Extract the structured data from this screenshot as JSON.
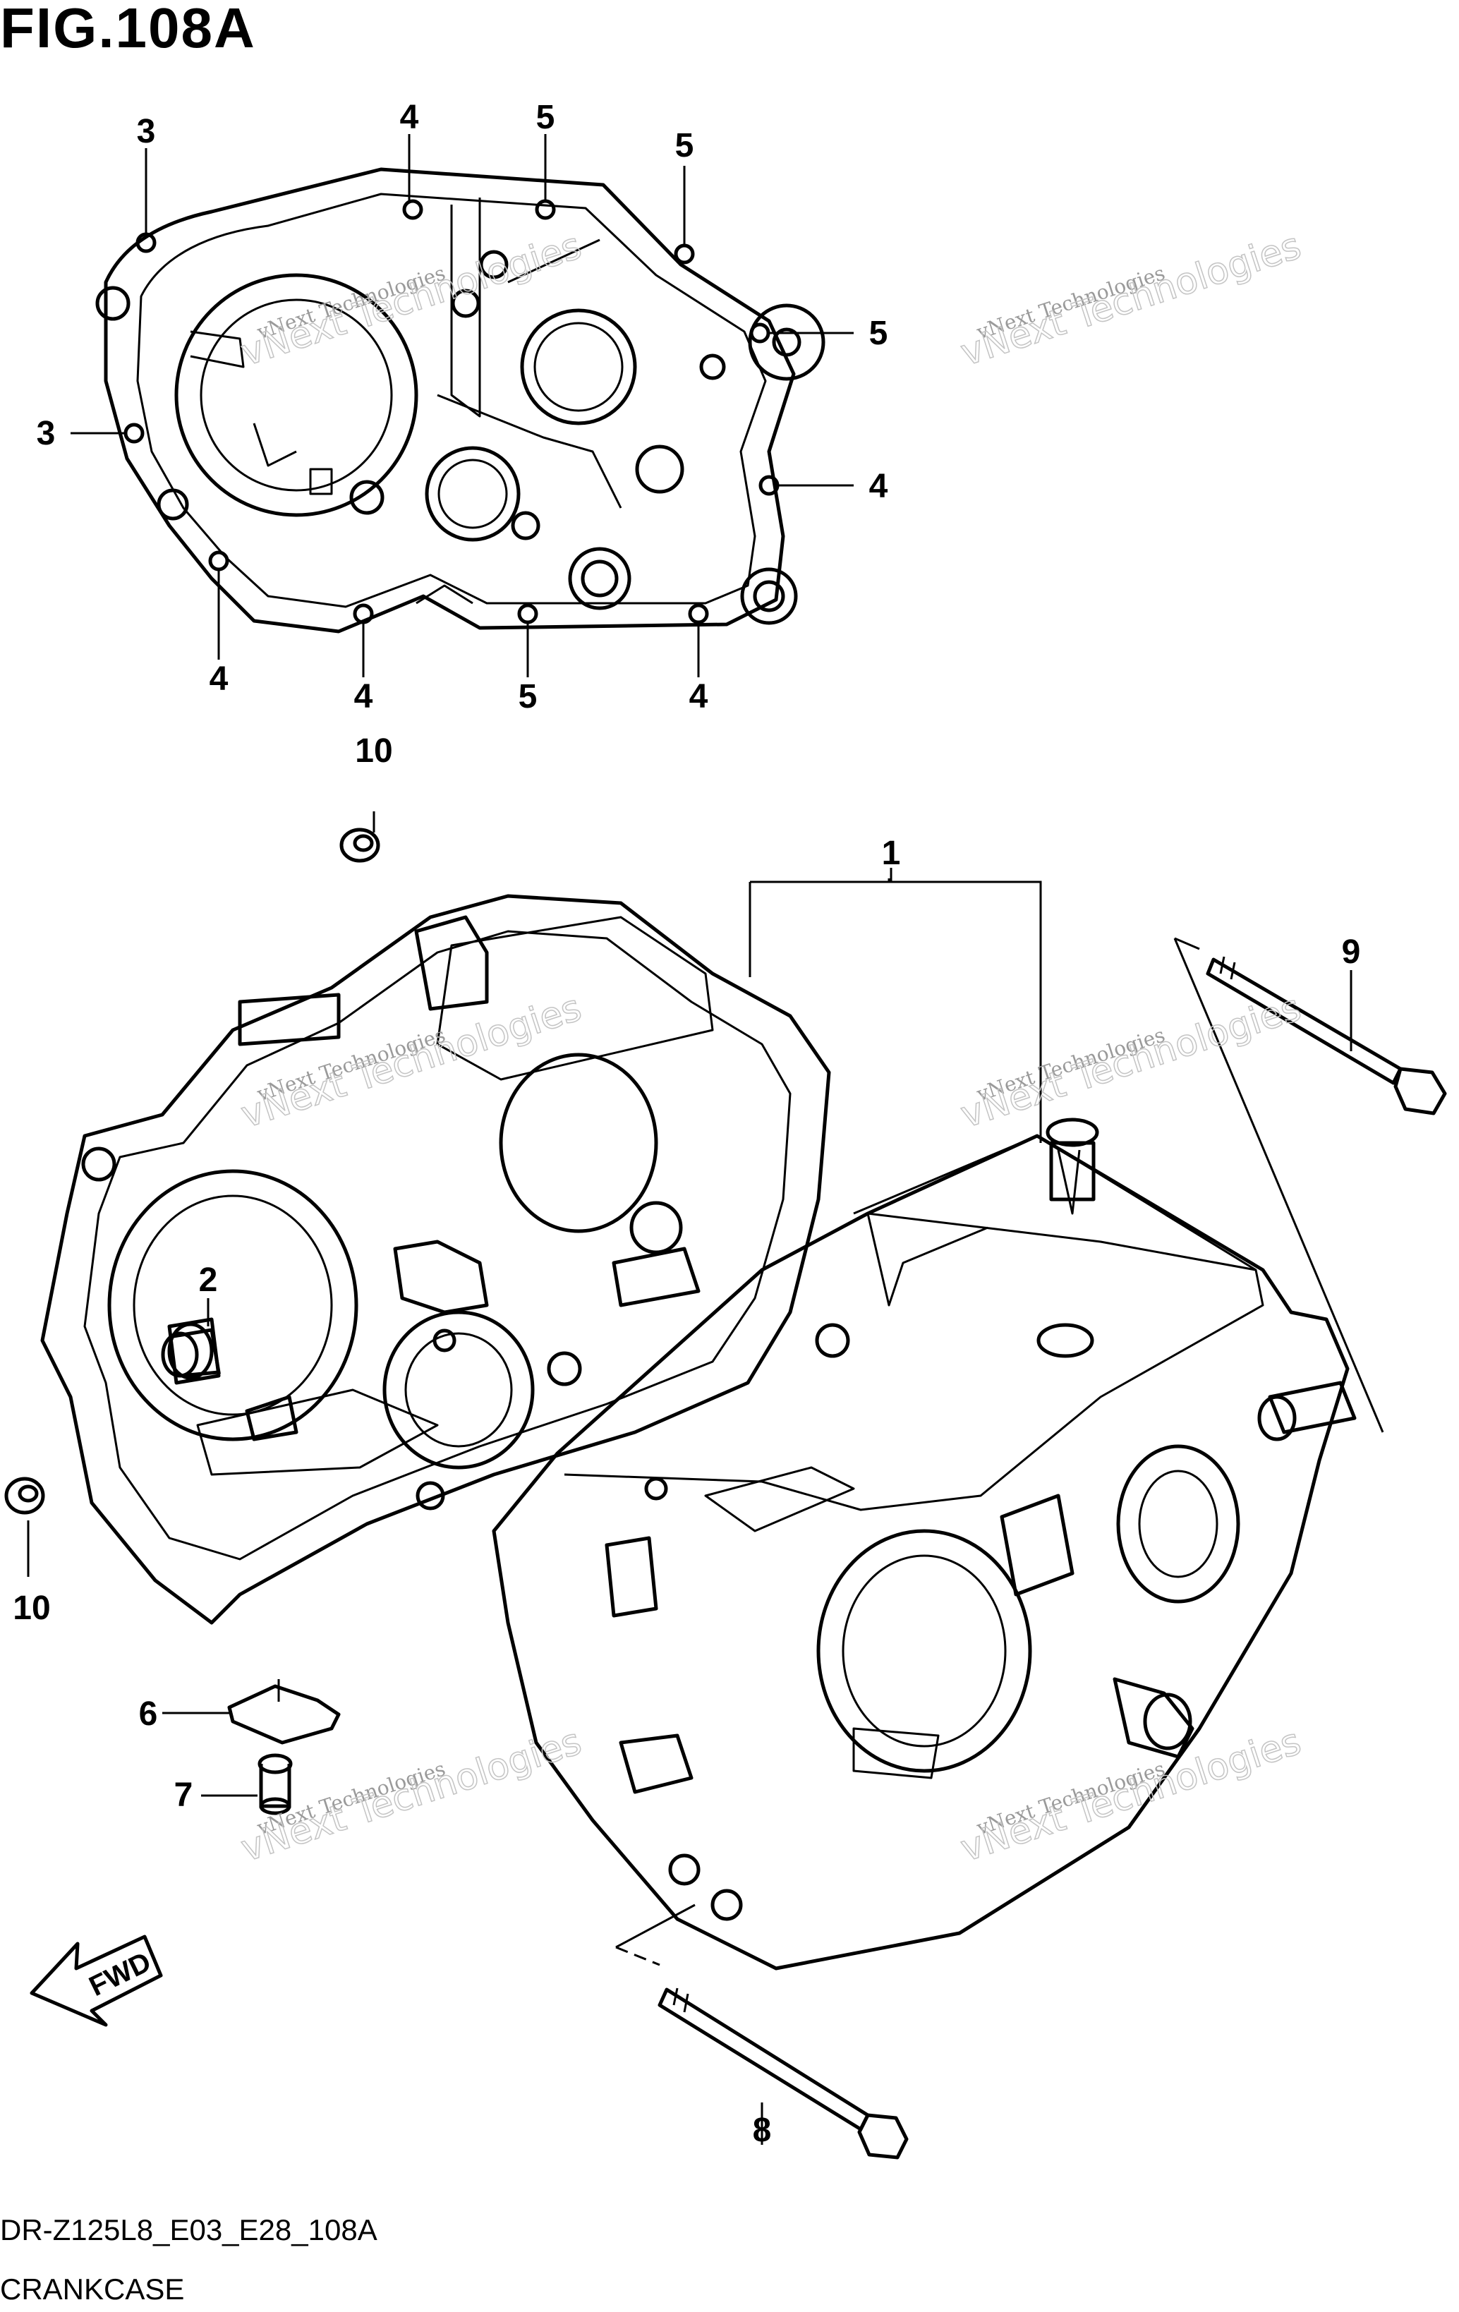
{
  "header": {
    "figure_id": "FIG.108A"
  },
  "footer": {
    "model_code": "DR-Z125L8_E03_E28_108A",
    "caption": "CRANKCASE"
  },
  "callouts": {
    "c3a": "3",
    "c4a": "4",
    "c5a": "5",
    "c5b": "5",
    "c5c": "5",
    "c3b": "3",
    "c4b": "4",
    "c4c": "4",
    "c4d": "4",
    "c5d": "5",
    "c4e": "4",
    "c10a": "10",
    "c1": "1",
    "c9": "9",
    "c2": "2",
    "c10b": "10",
    "c6": "6",
    "c7": "7",
    "c8": "8"
  },
  "fwd_marker": {
    "label": "FWD"
  },
  "watermarks": {
    "w1": "vNext Technologies",
    "w2": "vNext Technologies",
    "w3": "vNext Technologies",
    "w4": "vNext Technologies",
    "w5": "vNext Technologies",
    "w6": "vNext Technologies"
  },
  "colors": {
    "line": "#000000",
    "background": "#ffffff",
    "watermark": "#9a9a9a"
  }
}
